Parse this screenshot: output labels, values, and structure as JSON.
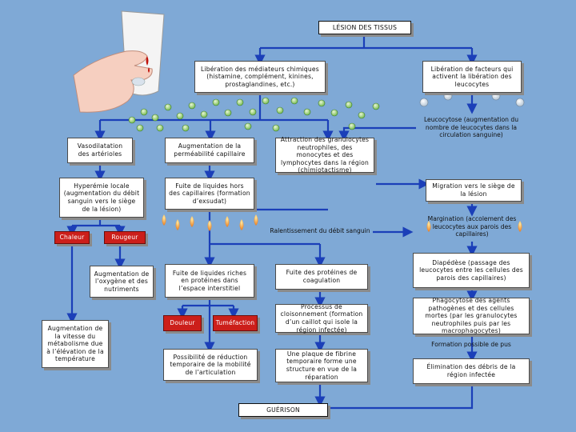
{
  "title": "LÉSION DES TISSUS",
  "end": "GUÉRISON",
  "nodes": {
    "mediators": "Libération des médiateurs chimiques (histamine, complément, kinines, prostaglandines, etc.)",
    "leukofactors": "Libération de facteurs qui activent la libération des leucocytes",
    "leukocytosis": "Leucocytose (augmentation du nombre de leucocytes dans la circulation sanguine)",
    "vasodilation": "Vasodilatation des artérioles",
    "permeability": "Augmentation de la perméabilité capillaire",
    "chemotaxis": "Attraction des granulocytes neutrophiles, des monocytes et des lymphocytes dans la région (chimiotactisme)",
    "hyperemia": "Hyperémie locale (augmentation du débit sanguin vers le siège de la lésion)",
    "fluid_leak": "Fuite de liquides hors des capillaires (formation d’exsudat)",
    "migration": "Migration vers le siège de la lésion",
    "heat": "Chaleur",
    "redness": "Rougeur",
    "slowing": "Ralentissement du débit sanguin",
    "margination": "Margination (accolement des leucocytes aux parois des capillaires)",
    "oxygen": "Augmentation de l’oxygène et des nutriments",
    "protein_fluid": "Fuite de liquides riches en protéines dans l’espace interstitiel",
    "clot_proteins": "Fuite des protéines de coagulation",
    "diapedesis": "Diapédèse (passage des leucocytes entre les cellules des parois des capillaires)",
    "metabolism": "Augmentation de la vitesse du métabolisme due à l’élévation de la température",
    "pain": "Douleur",
    "swelling": "Tuméfaction",
    "partition": "Processus de cloisonnement (formation d’un caillot qui isole la région infectée)",
    "phagocytosis": "Phagocytose des agents pathogènes et des cellules mortes (par les granulocytes neutrophiles puis par les macrophagocytes)",
    "pus": "Formation possible de pus",
    "mobility": "Possibilité de réduction temporaire de la mobilité de l’articulation",
    "fibrin": "Une plaque de fibrine temporaire forme une structure en vue de la réparation",
    "debris": "Élimination des débris de la région infectée"
  },
  "colors": {
    "background": "#7fa9d6",
    "arrow": "#1b3fb8",
    "alert": "#cc1f1a"
  }
}
